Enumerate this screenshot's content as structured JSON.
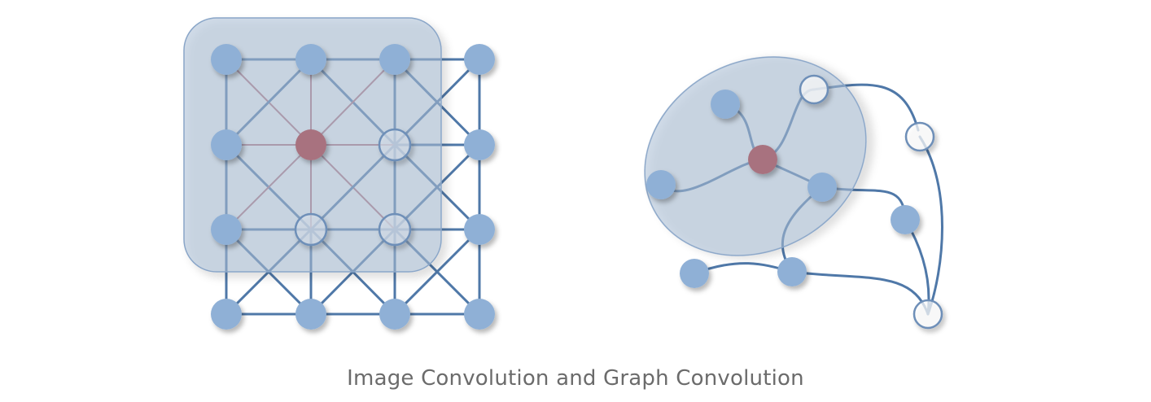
{
  "caption": "Image Convolution and Graph Convolution",
  "colors": {
    "edge": "#4f78a8",
    "highlight_edge": "#b5707b",
    "node_fill": "#8fb0d6",
    "center_node_fill": "#a8727f",
    "empty_node_stroke": "#6e8fb8",
    "region_fill": "#a9bdd5"
  },
  "image_grid": {
    "rows": 4,
    "cols": 4,
    "center_node": [
      1,
      1
    ],
    "hollow_nodes": [
      [
        1,
        2
      ],
      [
        2,
        1
      ],
      [
        2,
        2
      ]
    ],
    "receptive_field": "3x3 rounded square"
  },
  "graph": {
    "center_node": "c",
    "hollow_nodes": [
      "h1",
      "h2",
      "h3"
    ],
    "receptive_field": "ellipse"
  }
}
